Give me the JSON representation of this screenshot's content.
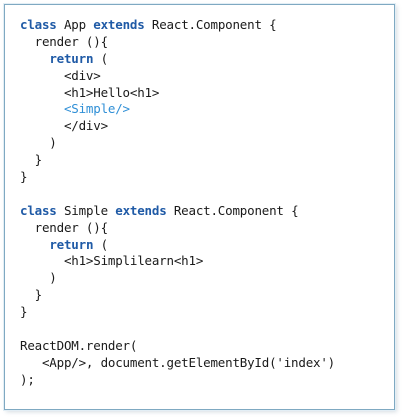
{
  "code": {
    "lines": [
      {
        "id": "l1",
        "segments": [
          {
            "text": "class",
            "kind": "kw"
          },
          {
            "text": " App ",
            "kind": "plain"
          },
          {
            "text": "extends",
            "kind": "kw"
          },
          {
            "text": " React.Component {",
            "kind": "plain"
          }
        ]
      },
      {
        "id": "l2",
        "segments": [
          {
            "text": "  render (){",
            "kind": "plain"
          }
        ]
      },
      {
        "id": "l3",
        "segments": [
          {
            "text": "    ",
            "kind": "plain"
          },
          {
            "text": "return",
            "kind": "kw"
          },
          {
            "text": " (",
            "kind": "plain"
          }
        ]
      },
      {
        "id": "l4",
        "segments": [
          {
            "text": "      <div>",
            "kind": "plain"
          }
        ]
      },
      {
        "id": "l5",
        "segments": [
          {
            "text": "      <h1>Hello<h1>",
            "kind": "plain"
          }
        ]
      },
      {
        "id": "l6",
        "segments": [
          {
            "text": "      <Simple/>",
            "kind": "jsx-comp"
          }
        ]
      },
      {
        "id": "l7",
        "segments": [
          {
            "text": "      </div>",
            "kind": "plain"
          }
        ]
      },
      {
        "id": "l8",
        "segments": [
          {
            "text": "    )",
            "kind": "plain"
          }
        ]
      },
      {
        "id": "l9",
        "segments": [
          {
            "text": "  }",
            "kind": "plain"
          }
        ]
      },
      {
        "id": "l10",
        "segments": [
          {
            "text": "}",
            "kind": "plain"
          }
        ]
      },
      {
        "id": "l11",
        "segments": [
          {
            "text": "",
            "kind": "plain"
          }
        ]
      },
      {
        "id": "l12",
        "segments": [
          {
            "text": "class",
            "kind": "kw"
          },
          {
            "text": " Simple ",
            "kind": "plain"
          },
          {
            "text": "extends",
            "kind": "kw"
          },
          {
            "text": " React.Component {",
            "kind": "plain"
          }
        ]
      },
      {
        "id": "l13",
        "segments": [
          {
            "text": "  render (){",
            "kind": "plain"
          }
        ]
      },
      {
        "id": "l14",
        "segments": [
          {
            "text": "    ",
            "kind": "plain"
          },
          {
            "text": "return",
            "kind": "kw"
          },
          {
            "text": " (",
            "kind": "plain"
          }
        ]
      },
      {
        "id": "l15",
        "segments": [
          {
            "text": "      <h1>Simplilearn<h1>",
            "kind": "plain"
          }
        ]
      },
      {
        "id": "l16",
        "segments": [
          {
            "text": "    )",
            "kind": "plain"
          }
        ]
      },
      {
        "id": "l17",
        "segments": [
          {
            "text": "  }",
            "kind": "plain"
          }
        ]
      },
      {
        "id": "l18",
        "segments": [
          {
            "text": "}",
            "kind": "plain"
          }
        ]
      },
      {
        "id": "l19",
        "segments": [
          {
            "text": "",
            "kind": "plain"
          }
        ]
      },
      {
        "id": "l20",
        "segments": [
          {
            "text": "ReactDOM.render(",
            "kind": "plain"
          }
        ]
      },
      {
        "id": "l21",
        "segments": [
          {
            "text": "   <App/>, document.getElementById('index')",
            "kind": "plain"
          }
        ]
      },
      {
        "id": "l22",
        "segments": [
          {
            "text": ");",
            "kind": "plain"
          }
        ]
      }
    ]
  },
  "colors": {
    "keyword": "#1f5aa6",
    "jsx_component": "#2f8fd6",
    "text": "#1a1a1a",
    "border": "#7fa9c2"
  }
}
